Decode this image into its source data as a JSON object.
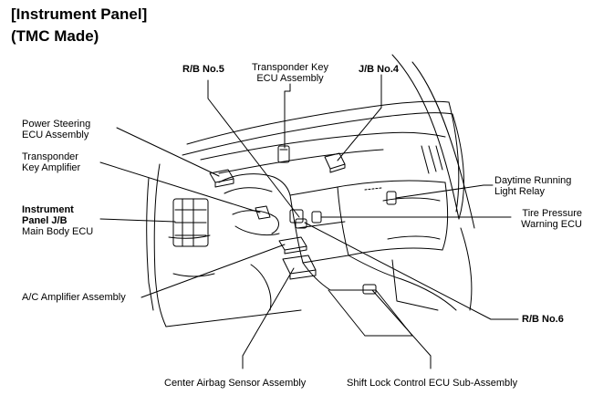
{
  "title": {
    "line1": "[Instrument Panel]",
    "line2": "(TMC Made)"
  },
  "labels": {
    "rb5": "R/B No.5",
    "transponder_ecu": [
      "Transponder Key",
      "ECU Assembly"
    ],
    "jb4": "J/B No.4",
    "power_steering": [
      "Power Steering",
      "ECU Assembly"
    ],
    "transponder_amp": [
      "Transponder",
      "Key Amplifier"
    ],
    "instrument_jb": [
      "Instrument",
      "Panel J/B"
    ],
    "main_body_ecu": "Main Body ECU",
    "daytime_relay": [
      "Daytime Running",
      "Light Relay"
    ],
    "tire_pressure": [
      "Tire Pressure",
      "Warning ECU"
    ],
    "ac_amplifier": "A/C Amplifier Assembly",
    "rb6": "R/B No.6",
    "airbag_sensor": "Center Airbag Sensor Assembly",
    "shift_lock": "Shift Lock Control ECU Sub-Assembly"
  }
}
